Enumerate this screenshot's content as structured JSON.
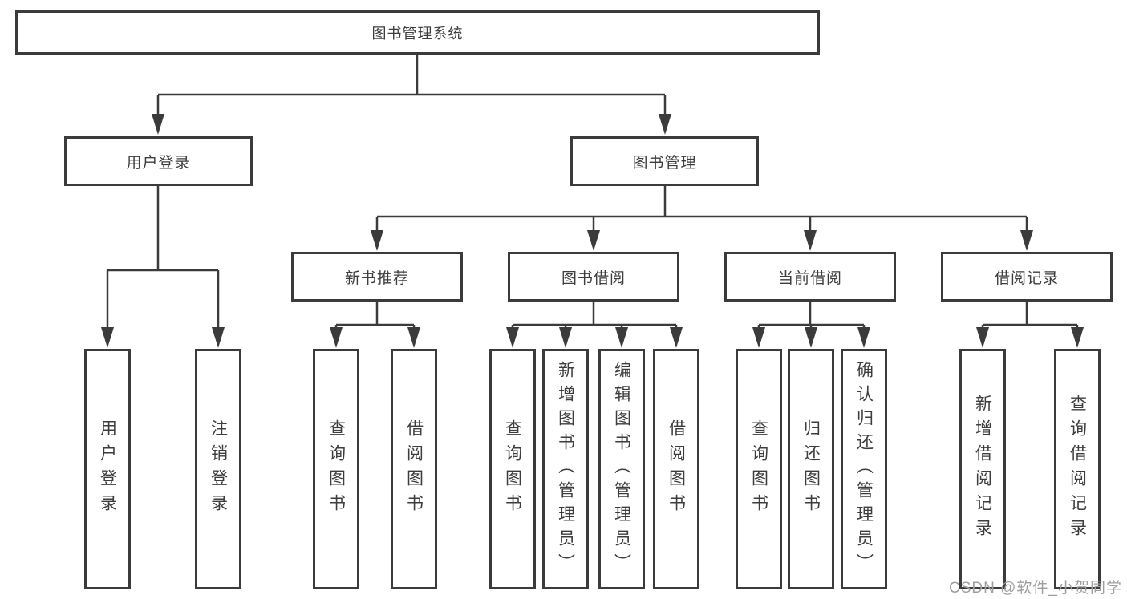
{
  "diagram_title": "图书管理系统",
  "nodes": {
    "root": "图书管理系统",
    "user_login": "用户登录",
    "book_mgmt": "图书管理",
    "new_book_rec": "新书推荐",
    "book_borrow": "图书借阅",
    "current_borrow": "当前借阅",
    "borrow_records": "借阅记录",
    "leaf_user_login": "用户登录",
    "leaf_logout": "注销登录",
    "leaf_query_books_1": "查询图书",
    "leaf_borrow_books_1": "借阅图书",
    "leaf_query_books_2": "查询图书",
    "leaf_add_books": "新增图书（管理员）",
    "leaf_edit_books": "编辑图书（管理员）",
    "leaf_borrow_books_2": "借阅图书",
    "leaf_query_books_3": "查询图书",
    "leaf_return_books": "归还图书",
    "leaf_confirm_return": "确认归还（管理员）",
    "leaf_add_borrow_record": "新增借阅记录",
    "leaf_query_borrow_record": "查询借阅记录"
  },
  "hierarchy": {
    "图书管理系统": {
      "用户登录": [
        "用户登录",
        "注销登录"
      ],
      "图书管理": {
        "新书推荐": [
          "查询图书",
          "借阅图书"
        ],
        "图书借阅": [
          "查询图书",
          "新增图书（管理员）",
          "编辑图书（管理员）",
          "借阅图书"
        ],
        "当前借阅": [
          "查询图书",
          "归还图书",
          "确认归还（管理员）"
        ],
        "借阅记录": [
          "新增借阅记录",
          "查询借阅记录"
        ]
      }
    }
  },
  "watermark": "CSDN @软件_小贺同学",
  "colors": {
    "line": "#3b3b3b",
    "text": "#3d3d3d",
    "watermark": "#9e9e9e",
    "background": "#ffffff"
  }
}
